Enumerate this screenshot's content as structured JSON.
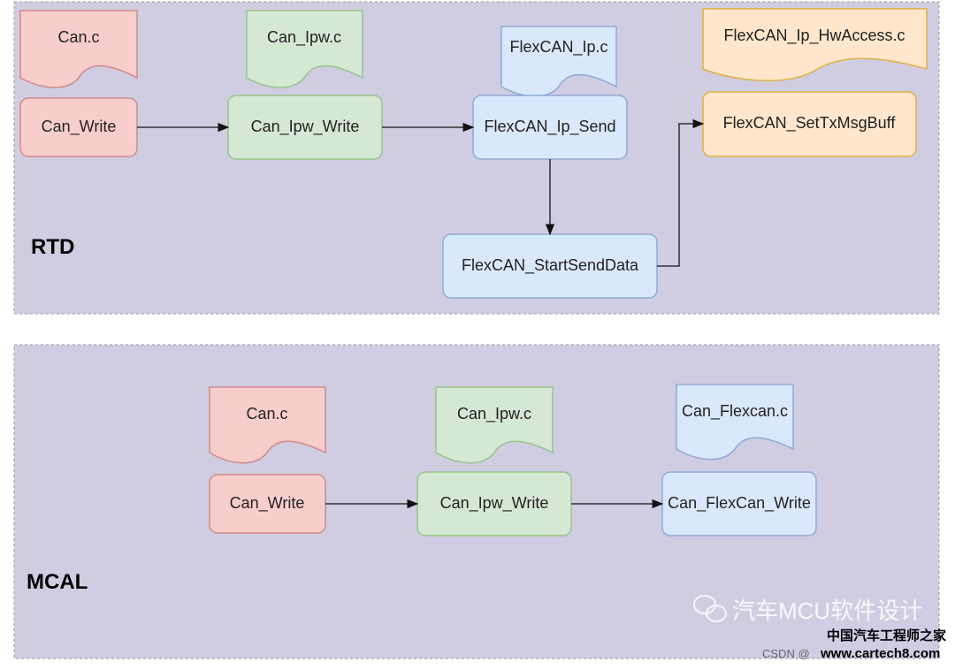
{
  "colors": {
    "panel": "#d0cde3",
    "red_fill": "#f8cecc",
    "red_stroke": "#d08a88",
    "green_fill": "#d5e8d4",
    "green_stroke": "#97c48a",
    "blue_fill": "#dae8fc",
    "blue_stroke": "#8fa8d6",
    "orange_fill": "#ffe6cc",
    "orange_stroke": "#e0b040"
  },
  "rtd": {
    "label": "RTD",
    "files": [
      "Can.c",
      "Can_Ipw.c",
      "FlexCAN_Ip.c",
      "FlexCAN_Ip_HwAccess.c"
    ],
    "functions": [
      "Can_Write",
      "Can_Ipw_Write",
      "FlexCAN_Ip_Send",
      "FlexCAN_SetTxMsgBuff",
      "FlexCAN_StartSendData"
    ]
  },
  "mcal": {
    "label": "MCAL",
    "files": [
      "Can.c",
      "Can_Ipw.c",
      "Can_Flexcan.c"
    ],
    "functions": [
      "Can_Write",
      "Can_Ipw_Write",
      "Can_FlexCan_Write"
    ]
  },
  "watermark": {
    "wechat": "汽车MCU软件设计",
    "site_cn": "中国汽车工程师之家",
    "site": "www.cartech8.com",
    "csdn": "CSDN @"
  }
}
